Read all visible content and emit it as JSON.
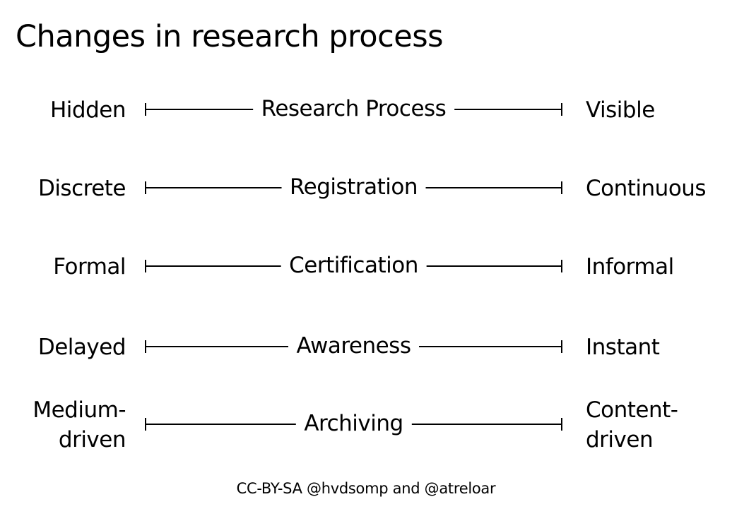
{
  "title": "Changes in research process",
  "rows": [
    {
      "left": "Hidden",
      "center": "Research Process",
      "right": "Visible"
    },
    {
      "left": "Discrete",
      "center": "Registration",
      "right": "Continuous"
    },
    {
      "left": "Formal",
      "center": "Certification",
      "right": "Informal"
    },
    {
      "left": "Delayed",
      "center": "Awareness",
      "right": "Instant"
    },
    {
      "left": "Medium-\ndriven",
      "center": "Archiving",
      "right": "Content-\ndriven"
    }
  ],
  "footer": "CC-BY-SA @hvdsomp and @atreloar"
}
